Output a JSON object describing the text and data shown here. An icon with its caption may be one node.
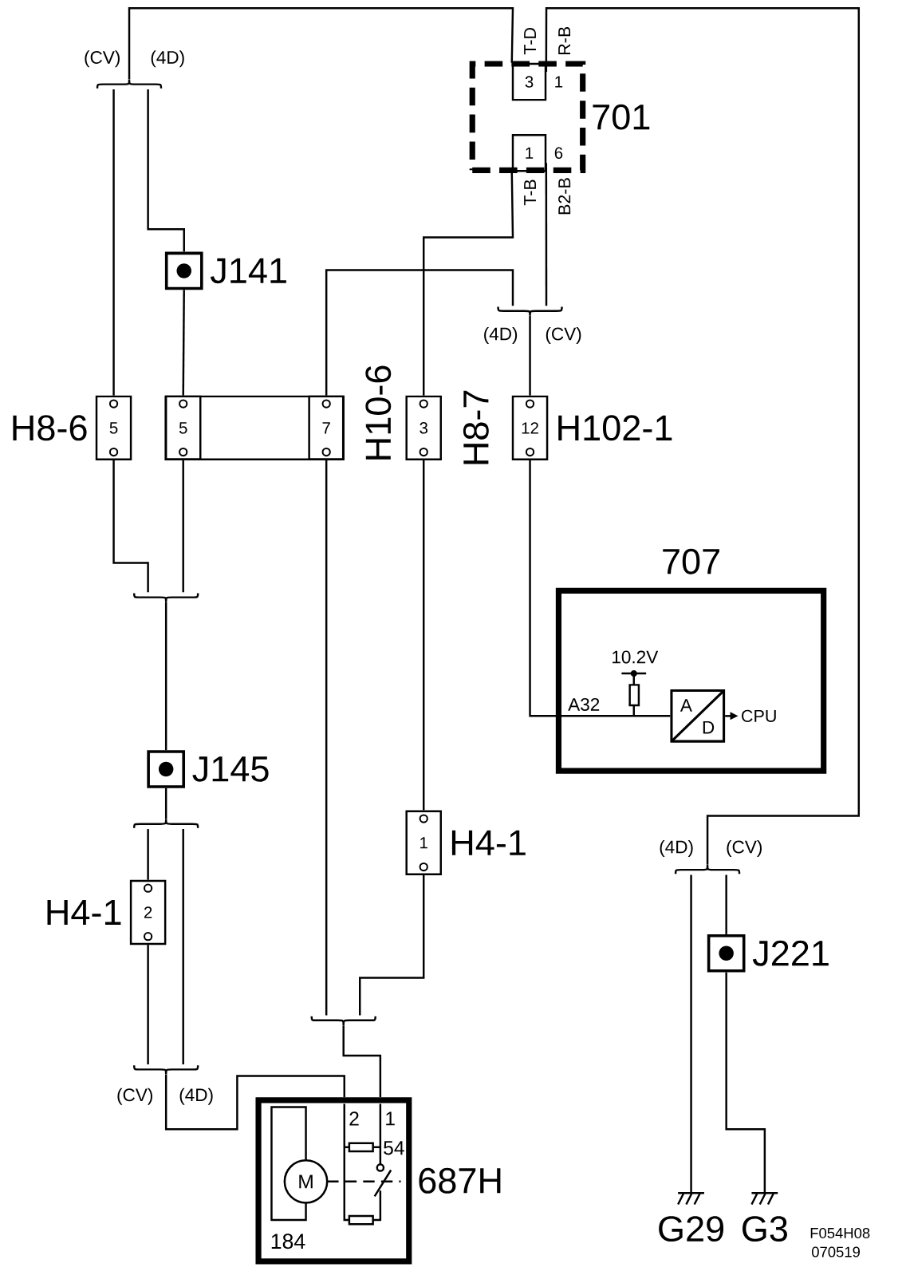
{
  "diagram": {
    "nodes": [
      {
        "text": [
          "701"
        ]
      },
      {
        "text": [
          "3"
        ],
        "in": 0
      },
      {
        "text": [
          "1"
        ],
        "in": 0
      },
      {
        "text": [
          "1"
        ],
        "in": 0
      },
      {
        "text": [
          "6"
        ],
        "in": 0
      },
      {
        "text": [],
        "shape": "brace"
      },
      {
        "text": [
          "J141"
        ]
      },
      {
        "text": [],
        "shape": "brace"
      },
      {
        "text": [
          "H8-6",
          "5"
        ]
      },
      {
        "text": [
          "H10-6"
        ]
      },
      {
        "text": [
          "5"
        ],
        "in": 9
      },
      {
        "text": [
          "7"
        ],
        "in": 9
      },
      {
        "text": [
          "3",
          "H8-7"
        ]
      },
      {
        "text": [
          "12",
          "H102-1"
        ]
      },
      {
        "text": [
          "707"
        ]
      },
      {
        "text": [
          "A",
          "D"
        ],
        "in": 14
      },
      {
        "text": [
          "CPU"
        ],
        "in": 14
      },
      {
        "text": [],
        "shape": "brace"
      },
      {
        "text": [
          "J145"
        ]
      },
      {
        "text": [],
        "shape": "brace"
      },
      {
        "text": [
          "1",
          "H4-1"
        ]
      },
      {
        "text": [
          "H4-1",
          "2"
        ]
      },
      {
        "text": [],
        "shape": "brace"
      },
      {
        "text": [],
        "shape": "brace"
      },
      {
        "text": [
          "687H"
        ]
      },
      {
        "text": [
          "M"
        ],
        "in": 24
      },
      {
        "text": [],
        "shape": "brace"
      },
      {
        "text": [
          "J221"
        ]
      },
      {
        "text": [
          "G29"
        ]
      },
      {
        "text": [
          "G3"
        ]
      }
    ],
    "edges": [
      {
        "from": 1,
        "to": 5,
        "arrow": "none",
        "label": "T-D"
      },
      {
        "from": 2,
        "to": 26,
        "arrow": "none",
        "label": "R-B"
      },
      {
        "from": 5,
        "to": 8,
        "arrow": "none"
      },
      {
        "from": 5,
        "to": 6,
        "arrow": "none"
      },
      {
        "from": 6,
        "to": 10,
        "arrow": "none"
      },
      {
        "from": 3,
        "to": 12,
        "arrow": "none",
        "label": "T-B"
      },
      {
        "from": 4,
        "to": 7,
        "arrow": "none",
        "label": "B2-B"
      },
      {
        "from": 11,
        "to": 7,
        "arrow": "none"
      },
      {
        "from": 7,
        "to": 13,
        "arrow": "none"
      },
      {
        "from": 13,
        "to": 15,
        "arrow": "none"
      },
      {
        "from": 15,
        "to": 16,
        "arrow": "to"
      },
      {
        "from": 8,
        "to": 17,
        "arrow": "none"
      },
      {
        "from": 10,
        "to": 17,
        "arrow": "none"
      },
      {
        "from": 17,
        "to": 18,
        "arrow": "none"
      },
      {
        "from": 18,
        "to": 19,
        "arrow": "none"
      },
      {
        "from": 19,
        "to": 21,
        "arrow": "none"
      },
      {
        "from": 19,
        "to": 23,
        "arrow": "none"
      },
      {
        "from": 21,
        "to": 23,
        "arrow": "none"
      },
      {
        "from": 23,
        "to": 24,
        "arrow": "none"
      },
      {
        "from": 11,
        "to": 22,
        "arrow": "none"
      },
      {
        "from": 12,
        "to": 20,
        "arrow": "none"
      },
      {
        "from": 20,
        "to": 22,
        "arrow": "none"
      },
      {
        "from": 22,
        "to": 24,
        "arrow": "none"
      },
      {
        "from": 26,
        "to": 28,
        "arrow": "none"
      },
      {
        "from": 26,
        "to": 27,
        "arrow": "none"
      },
      {
        "from": 27,
        "to": 29,
        "arrow": "none"
      }
    ],
    "labels": [
      "(CV)",
      "(4D)",
      "(4D)",
      "(CV)",
      "10.2V",
      "A32",
      "(4D)",
      "(CV)",
      "(CV)",
      "(4D)",
      "2",
      "1",
      "54",
      "184",
      "F054H08",
      "070519"
    ]
  }
}
